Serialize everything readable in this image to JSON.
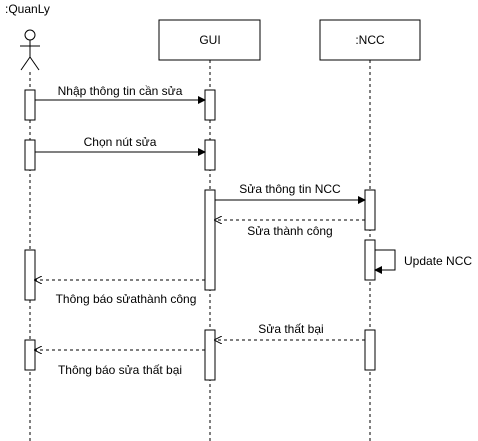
{
  "actor": {
    "name": ":QuanLy",
    "icon": "stick-figure-icon"
  },
  "lifelines": [
    {
      "id": "gui",
      "label": "GUI"
    },
    {
      "id": "ncc",
      "label": ":NCC"
    }
  ],
  "messages": [
    {
      "label": "Nhập thông tin cần sửa",
      "type": "sync"
    },
    {
      "label": "Chọn nút sửa",
      "type": "sync"
    },
    {
      "label": "Sửa thông tin NCC",
      "type": "sync"
    },
    {
      "label": "Sửa thành công",
      "type": "return"
    },
    {
      "label": "Update NCC",
      "type": "self"
    },
    {
      "label": "Thông báo sửathành công",
      "type": "return"
    },
    {
      "label": "Sửa thất bại",
      "type": "return"
    },
    {
      "label": "Thông báo sửa thất bại",
      "type": "return"
    }
  ]
}
